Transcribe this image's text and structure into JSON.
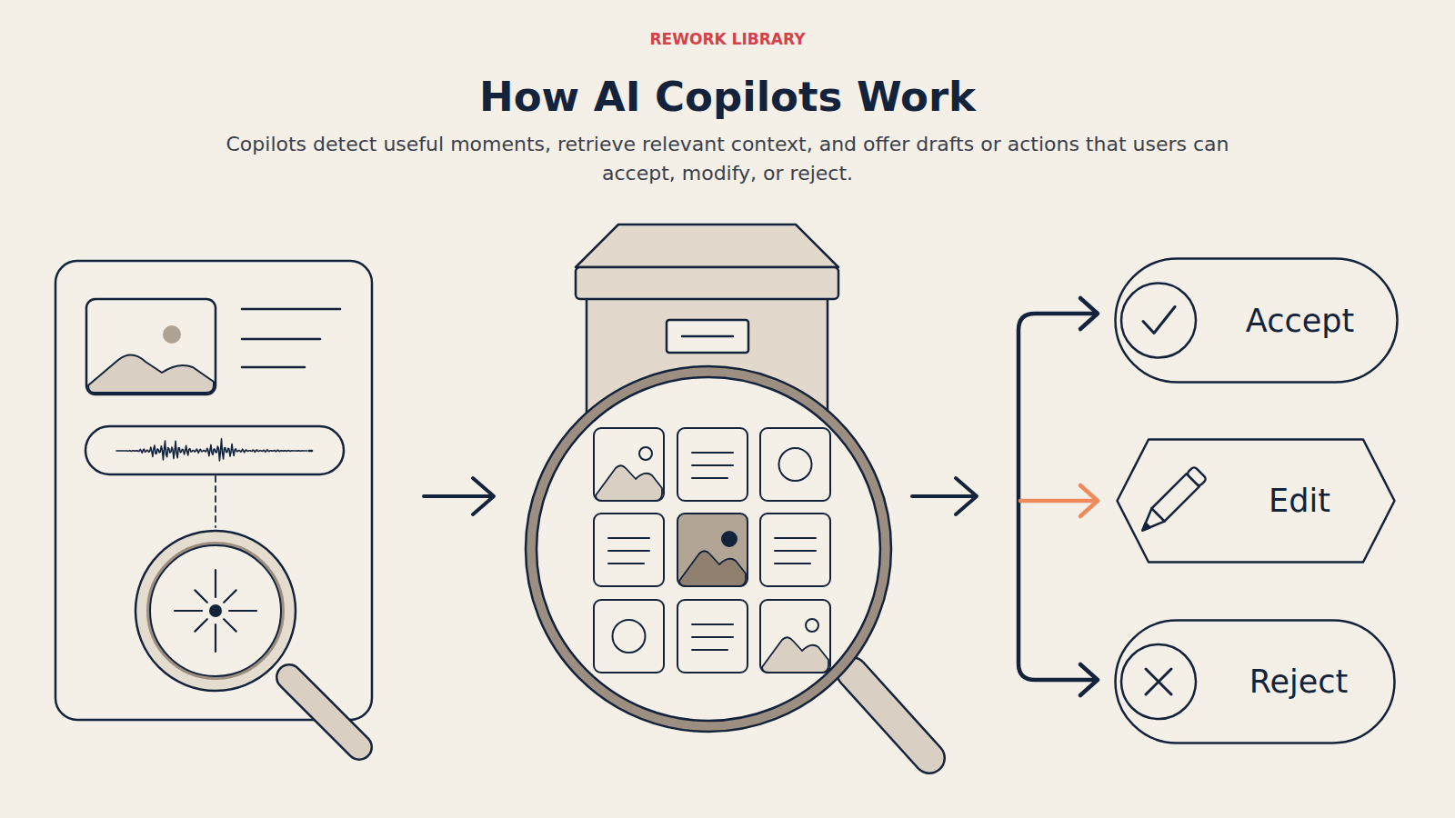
{
  "diagram": {
    "title": "How AI Copilots Work",
    "caption": "Copilots detect useful moments, retrieve relevant context, and offer drafts or actions that users can accept, modify, or reject.",
    "nodes": [
      {
        "text": [
          "Accept"
        ]
      },
      {
        "text": [
          "Edit"
        ]
      },
      {
        "text": [
          "Reject"
        ]
      }
    ],
    "labels": [
      "REWORK LIBRARY"
    ]
  }
}
